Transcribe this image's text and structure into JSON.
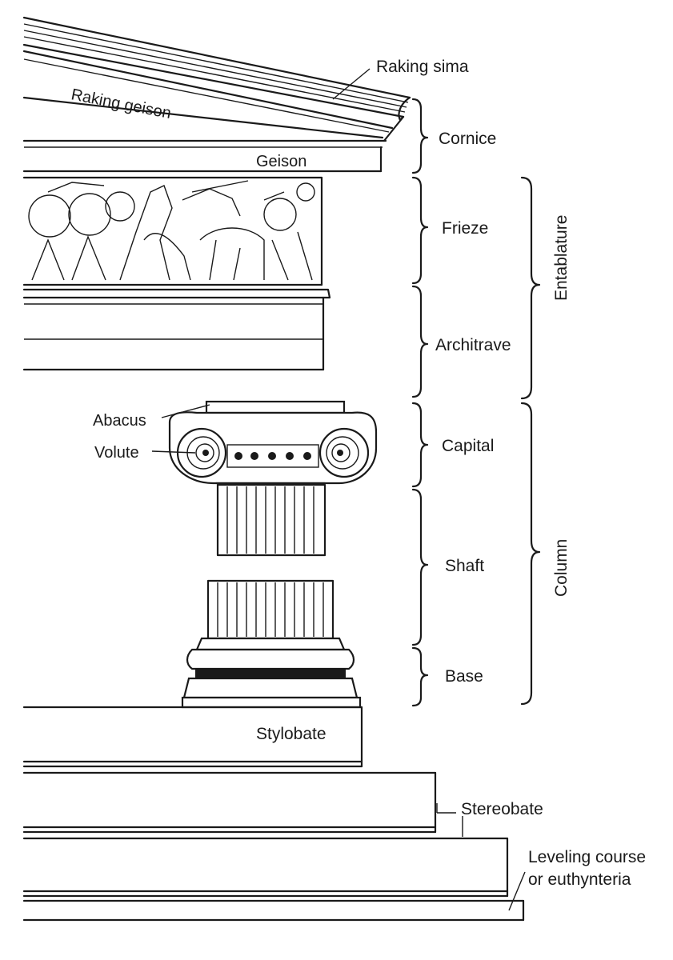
{
  "labels": {
    "raking_sima": "Raking sima",
    "raking_geison": "Raking geison",
    "geison": "Geison",
    "cornice": "Cornice",
    "frieze": "Frieze",
    "architrave": "Architrave",
    "entablature": "Entablature",
    "abacus": "Abacus",
    "volute": "Volute",
    "capital": "Capital",
    "shaft": "Shaft",
    "column": "Column",
    "base": "Base",
    "stylobate": "Stylobate",
    "stereobate": "Stereobate",
    "leveling_line1": "Leveling course",
    "leveling_line2": "or euthynteria"
  }
}
